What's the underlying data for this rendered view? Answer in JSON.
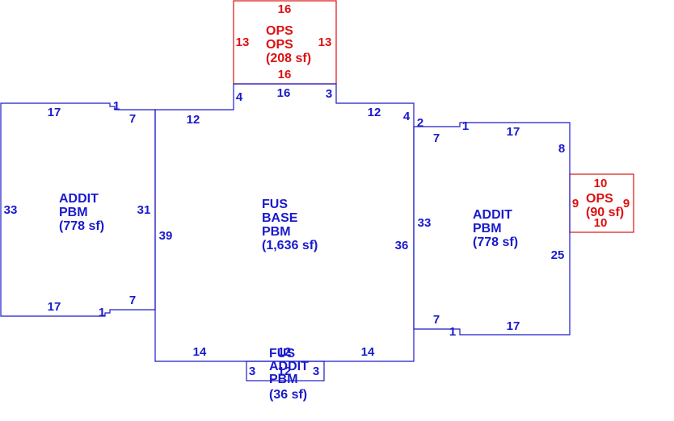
{
  "colors": {
    "building": "#1a1acc",
    "porch": "#dd1111",
    "background": "#ffffff"
  },
  "ops_top": {
    "label_line1": "OPS",
    "label_line2": "OPS",
    "area": "(208 sf)",
    "dim_top": "16",
    "dim_bottom": "16",
    "dim_left": "13",
    "dim_right": "13"
  },
  "ops_right": {
    "label": "OPS",
    "area": "(90 sf)",
    "dim_top": "10",
    "dim_bottom": "10",
    "dim_left": "9",
    "dim_right": "9"
  },
  "main": {
    "label_line1": "FUS",
    "label_line2": "BASE",
    "label_line3": "PBM",
    "area": "(1,636 sf)",
    "dim_top_left_notch": "4",
    "dim_top_mid": "16",
    "dim_top_right_notch": "3",
    "dim_top_left": "12",
    "dim_top_right": "12",
    "dim_right_upper": "4",
    "dim_left": "39",
    "dim_right": "36",
    "dim_bottom_left": "14",
    "dim_bottom_right": "14"
  },
  "addit_left": {
    "label_line1": "ADDIT",
    "label_line2": "PBM",
    "area": "(778 sf)",
    "dim_top": "17",
    "dim_bottom": "17",
    "dim_left": "33",
    "dim_right": "31",
    "dim_top_notch": "1",
    "dim_bottom_notch": "1",
    "dim_top_step": "7",
    "dim_bottom_step": "7"
  },
  "addit_right": {
    "label_line1": "ADDIT",
    "label_line2": "PBM",
    "area": "(778 sf)",
    "dim_top": "17",
    "dim_bottom": "17",
    "dim_left": "33",
    "dim_right_upper": "8",
    "dim_right_lower": "25",
    "dim_top_notch": "1",
    "dim_bottom_notch": "1",
    "dim_top_step": "7",
    "dim_bottom_step": "7",
    "dim_top_jog": "2"
  },
  "fus_addit": {
    "label_line1": "FUS",
    "label_line2": "ADDIT",
    "label_line3": "PBM",
    "area": "(36 sf)",
    "dim_left": "3",
    "dim_right": "3",
    "dim_top": "12",
    "dim_bottom": "12"
  }
}
